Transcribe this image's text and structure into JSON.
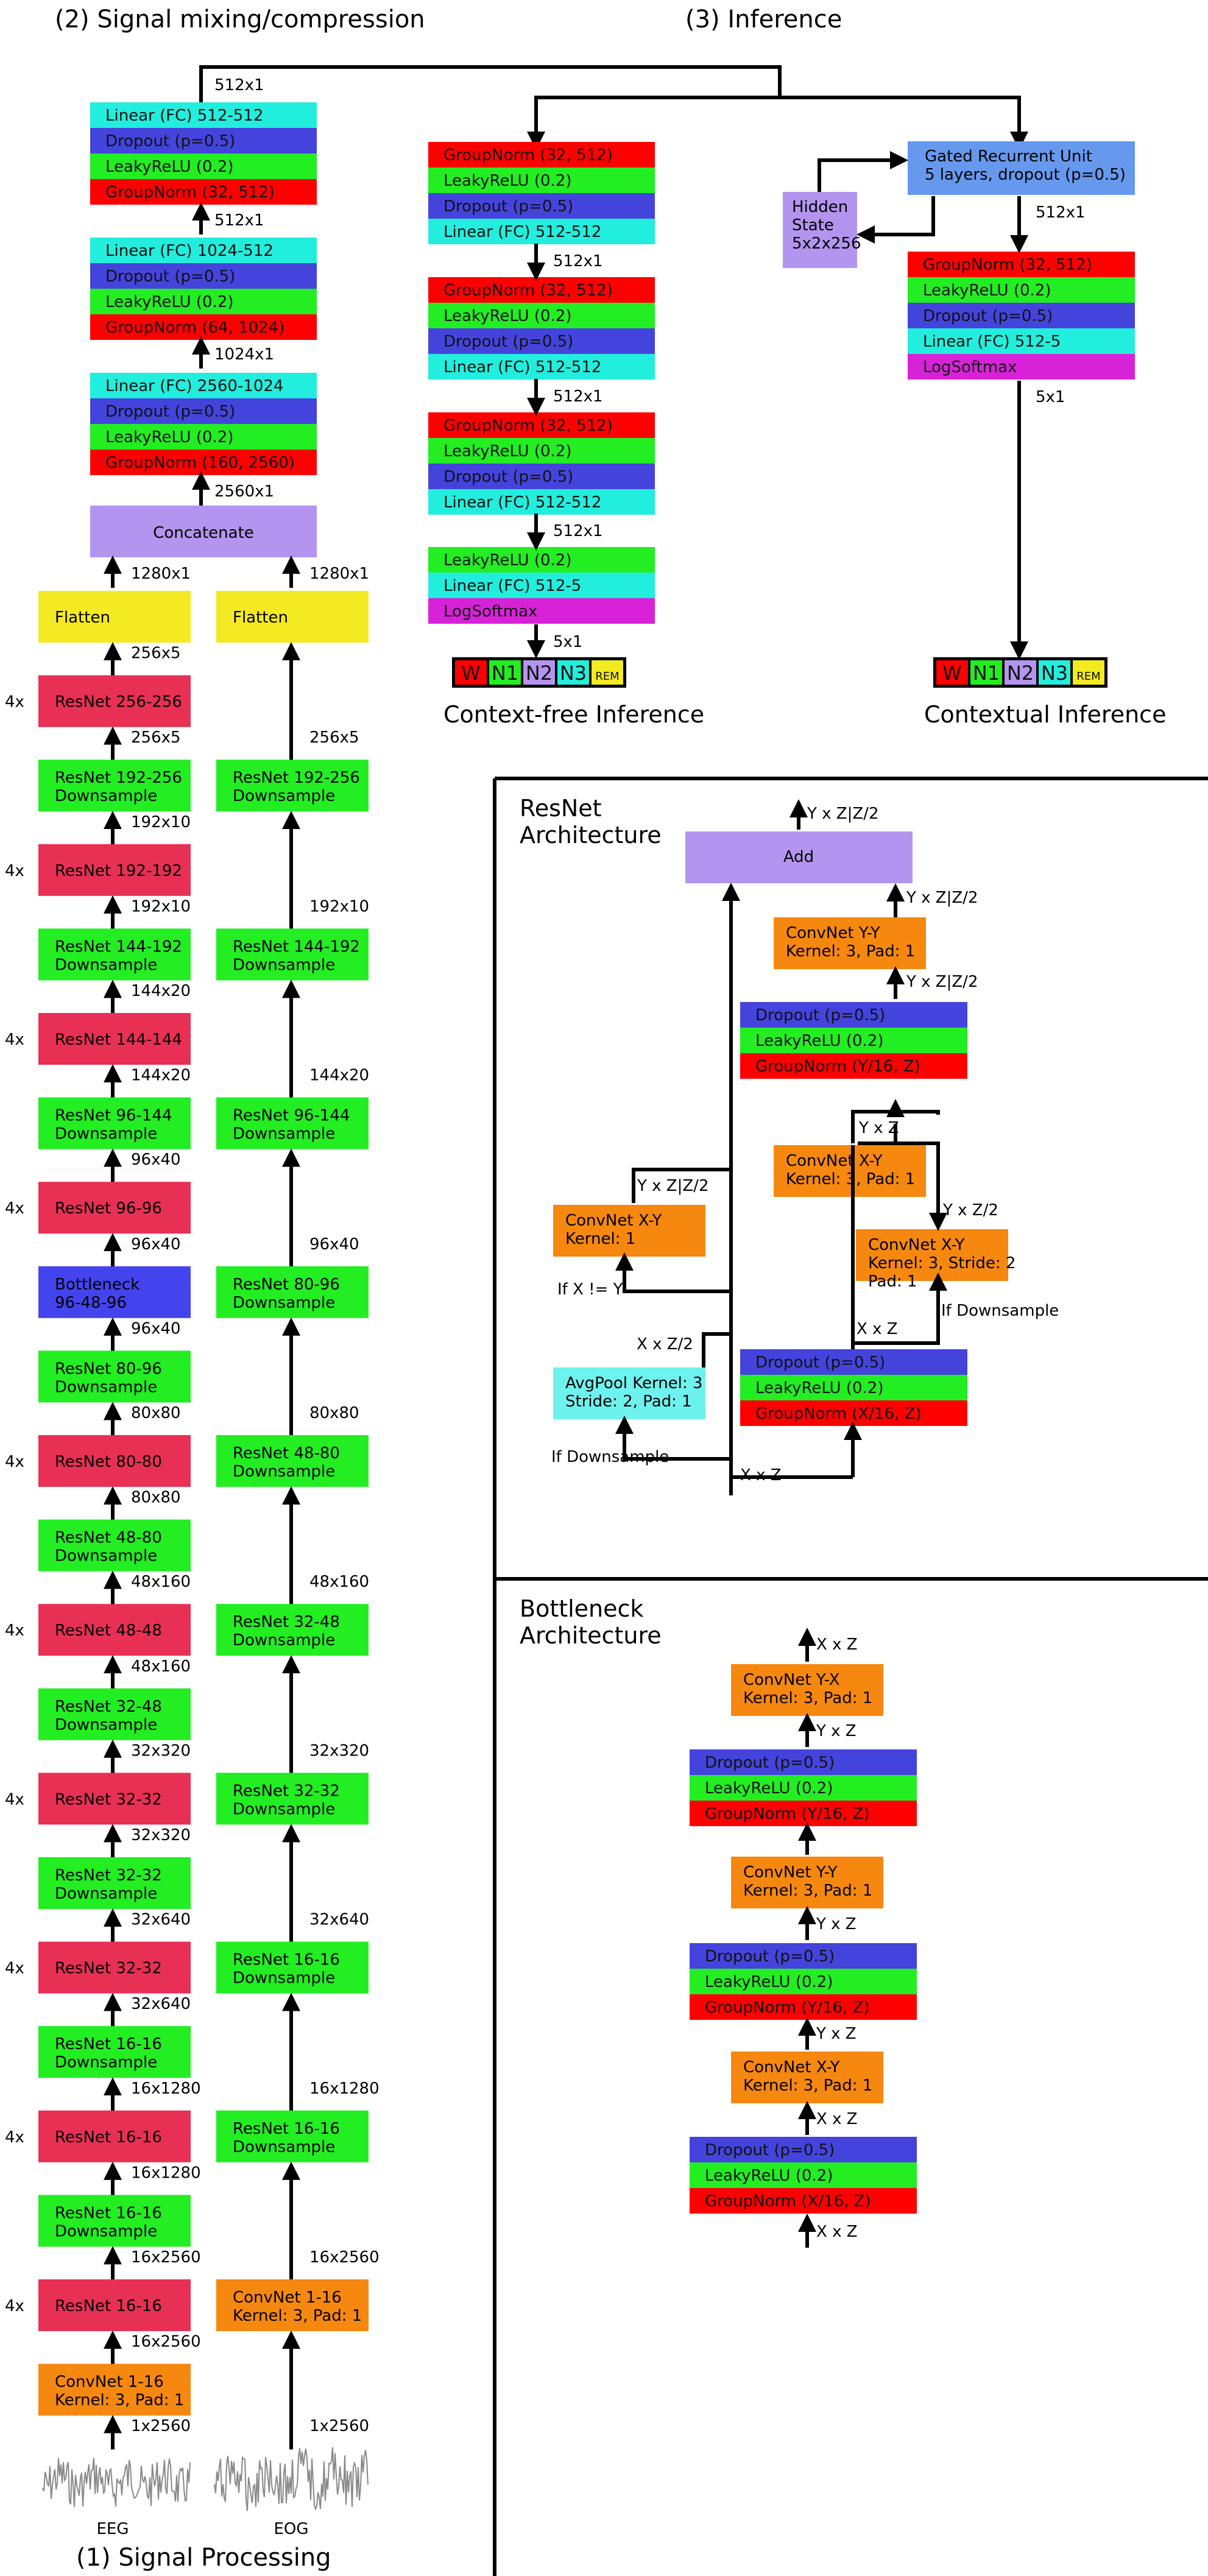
{
  "sections": {
    "signal_mixing": "(2) Signal mixing/compression",
    "inference": "(3) Inference",
    "signal_processing": "(1) Signal Processing"
  },
  "column_labels": {
    "eeg": "EEG",
    "eog": "EOG"
  },
  "colors": {
    "red": "#ff0000",
    "green": "#22ee22",
    "blue": "#4444dd",
    "cyan": "#22eedd",
    "yellow": "#f4ea22",
    "purple": "#b394ee",
    "crimson": "#e83055",
    "orange": "#f6880f",
    "cyan_light": "#6ef2ee",
    "gru_blue": "#6699ee",
    "magenta": "#d822d8",
    "bottleneck_blue": "#4444ee"
  },
  "mixing": {
    "top_dim": "512x1",
    "block1": [
      "Linear (FC) 512-512",
      "Dropout (p=0.5)",
      "LeakyReLU (0.2)",
      "GroupNorm (32, 512)"
    ],
    "dim1": "512x1",
    "block2": [
      "Linear (FC) 1024-512",
      "Dropout (p=0.5)",
      "LeakyReLU (0.2)",
      "GroupNorm (64, 1024)"
    ],
    "dim2": "1024x1",
    "block3": [
      "Linear (FC) 2560-1024",
      "Dropout (p=0.5)",
      "LeakyReLU (0.2)",
      "GroupNorm (160, 2560)"
    ],
    "dim3": "2560x1",
    "concat": "Concatenate",
    "dim_eeg": "1280x1",
    "dim_eog": "1280x1"
  },
  "eeg": {
    "blocks": [
      {
        "label": "Flatten",
        "color": "yellow",
        "dim": "256x5"
      },
      {
        "label": "ResNet 256-256",
        "color": "crimson",
        "dim": "256x5",
        "mult": "4x"
      },
      {
        "label": "ResNet 192-256|Downsample",
        "color": "green",
        "dim": "192x10"
      },
      {
        "label": "ResNet 192-192",
        "color": "crimson",
        "dim": "192x10",
        "mult": "4x"
      },
      {
        "label": "ResNet 144-192|Downsample",
        "color": "green",
        "dim": "144x20"
      },
      {
        "label": "ResNet 144-144",
        "color": "crimson",
        "dim": "144x20",
        "mult": "4x"
      },
      {
        "label": "ResNet 96-144|Downsample",
        "color": "green",
        "dim": "96x40"
      },
      {
        "label": "ResNet 96-96",
        "color": "crimson",
        "dim": "96x40",
        "mult": "4x"
      },
      {
        "label": "Bottleneck|96-48-96",
        "color": "bottleneck_blue",
        "dim": "96x40"
      },
      {
        "label": "ResNet 80-96|Downsample",
        "color": "green",
        "dim": "80x80"
      },
      {
        "label": "ResNet 80-80",
        "color": "crimson",
        "dim": "80x80",
        "mult": "4x"
      },
      {
        "label": "ResNet 48-80|Downsample",
        "color": "green",
        "dim": "48x160"
      },
      {
        "label": "ResNet 48-48",
        "color": "crimson",
        "dim": "48x160",
        "mult": "4x"
      },
      {
        "label": "ResNet 32-48|Downsample",
        "color": "green",
        "dim": "32x320"
      },
      {
        "label": "ResNet 32-32",
        "color": "crimson",
        "dim": "32x320",
        "mult": "4x"
      },
      {
        "label": "ResNet 32-32|Downsample",
        "color": "green",
        "dim": "32x640"
      },
      {
        "label": "ResNet 32-32",
        "color": "crimson",
        "dim": "32x640",
        "mult": "4x"
      },
      {
        "label": "ResNet 16-16|Downsample",
        "color": "green",
        "dim": "16x1280"
      },
      {
        "label": "ResNet 16-16",
        "color": "crimson",
        "dim": "16x1280",
        "mult": "4x"
      },
      {
        "label": "ResNet 16-16|Downsample",
        "color": "green",
        "dim": "16x2560"
      },
      {
        "label": "ResNet 16-16",
        "color": "crimson",
        "dim": "16x2560",
        "mult": "4x"
      },
      {
        "label": "ConvNet 1-16|Kernel: 3, Pad: 1",
        "color": "orange",
        "dim": "1x2560"
      }
    ]
  },
  "eog": {
    "blocks": [
      {
        "label": "Flatten",
        "color": "yellow",
        "dim": "256x5"
      },
      {
        "label": "ResNet 192-256|Downsample",
        "color": "green",
        "dim": "192x10"
      },
      {
        "label": "ResNet 144-192|Downsample",
        "color": "green",
        "dim": "144x20"
      },
      {
        "label": "ResNet 96-144|Downsample",
        "color": "green",
        "dim": "96x40"
      },
      {
        "label": "ResNet 80-96|Downsample",
        "color": "green",
        "dim": "80x80"
      },
      {
        "label": "ResNet 48-80|Downsample",
        "color": "green",
        "dim": "48x160"
      },
      {
        "label": "ResNet 32-48|Downsample",
        "color": "green",
        "dim": "32x320"
      },
      {
        "label": "ResNet 32-32|Downsample",
        "color": "green",
        "dim": "32x640"
      },
      {
        "label": "ResNet 16-16|Downsample",
        "color": "green",
        "dim": "16x1280"
      },
      {
        "label": "ResNet 16-16|Downsample",
        "color": "green",
        "dim": "16x2560"
      },
      {
        "label": "ConvNet 1-16|Kernel: 3, Pad: 1",
        "color": "orange",
        "dim": "1x2560"
      }
    ]
  },
  "cfi": {
    "title": "Context-free Inference",
    "block1": [
      "GroupNorm (32, 512)",
      "LeakyReLU (0.2)",
      "Dropout (p=0.5)",
      "Linear (FC) 512-512"
    ],
    "dim1": "512x1",
    "block2": [
      "GroupNorm (32, 512)",
      "LeakyReLU (0.2)",
      "Dropout (p=0.5)",
      "Linear (FC) 512-512"
    ],
    "dim2": "512x1",
    "block3": [
      "GroupNorm (32, 512)",
      "LeakyReLU (0.2)",
      "Dropout (p=0.5)",
      "Linear (FC) 512-512"
    ],
    "dim3": "512x1",
    "block4": [
      "LeakyReLU (0.2)",
      "Linear (FC) 512-5",
      "LogSoftmax"
    ],
    "dim4": "5x1"
  },
  "ci": {
    "title": "Contextual Inference",
    "gru": [
      "Gated Recurrent Unit",
      "5 layers, dropout (p=0.5)"
    ],
    "hidden": [
      "Hidden",
      "State",
      "5x2x256"
    ],
    "dim1": "512x1",
    "block": [
      "GroupNorm (32, 512)",
      "LeakyReLU (0.2)",
      "Dropout (p=0.5)",
      "Linear (FC) 512-5",
      "LogSoftmax"
    ],
    "dim2": "5x1"
  },
  "classes": [
    "W",
    "N1",
    "N2",
    "N3",
    "REM"
  ],
  "resnet": {
    "title": [
      "ResNet",
      "Architecture"
    ],
    "add": "Add",
    "out_dim": "Y x Z|Z/2",
    "conv_yy": [
      "ConvNet Y-Y",
      "Kernel: 3, Pad: 1"
    ],
    "dim_yy": "Y x Z|Z/2",
    "block2": [
      "Dropout (p=0.5)",
      "LeakyReLU (0.2)",
      "GroupNorm (Y/16, Z)"
    ],
    "conv_xy": [
      "ConvNet X-Y",
      "Kernel: 3, Pad: 1"
    ],
    "dim_yz": "Y x Z",
    "conv_xy_ds": [
      "ConvNet X-Y",
      "Kernel: 3, Stride: 2",
      "Pad: 1"
    ],
    "dim_yz2": "Y x Z/2",
    "if_ds_right": "If Downsample",
    "dim_xz_right": "X x Z",
    "block1": [
      "Dropout (p=0.5)",
      "LeakyReLU (0.2)",
      "GroupNorm (X/16, Z)"
    ],
    "conv_skip": [
      "ConvNet X-Y",
      "Kernel: 1"
    ],
    "dim_skip": "Y x Z|Z/2",
    "if_x_ne_y": "If X != Y",
    "avgpool": [
      "AvgPool Kernel: 3",
      "Stride: 2, Pad: 1"
    ],
    "dim_pool": "X x Z/2",
    "if_ds_left": "If Downsample",
    "in_dim": "X x Z"
  },
  "bottleneck": {
    "title": [
      "Bottleneck",
      "Architecture"
    ],
    "out_dim": "X x Z",
    "conv_yx": [
      "ConvNet Y-X",
      "Kernel: 3, Pad: 1"
    ],
    "dim_a": "Y x Z",
    "block3": [
      "Dropout (p=0.5)",
      "LeakyReLU (0.2)",
      "GroupNorm (Y/16, Z)"
    ],
    "conv_yy": [
      "ConvNet Y-Y",
      "Kernel: 3, Pad: 1"
    ],
    "dim_b": "Y x Z",
    "block2": [
      "Dropout (p=0.5)",
      "LeakyReLU (0.2)",
      "GroupNorm (Y/16, Z)"
    ],
    "conv_xy": [
      "ConvNet X-Y",
      "Kernel: 3, Pad: 1"
    ],
    "dim_c": "Y x Z",
    "dim_d": "X x Z",
    "block1": [
      "Dropout (p=0.5)",
      "LeakyReLU (0.2)",
      "GroupNorm (X/16, Z)"
    ],
    "in_dim": "X x Z"
  }
}
